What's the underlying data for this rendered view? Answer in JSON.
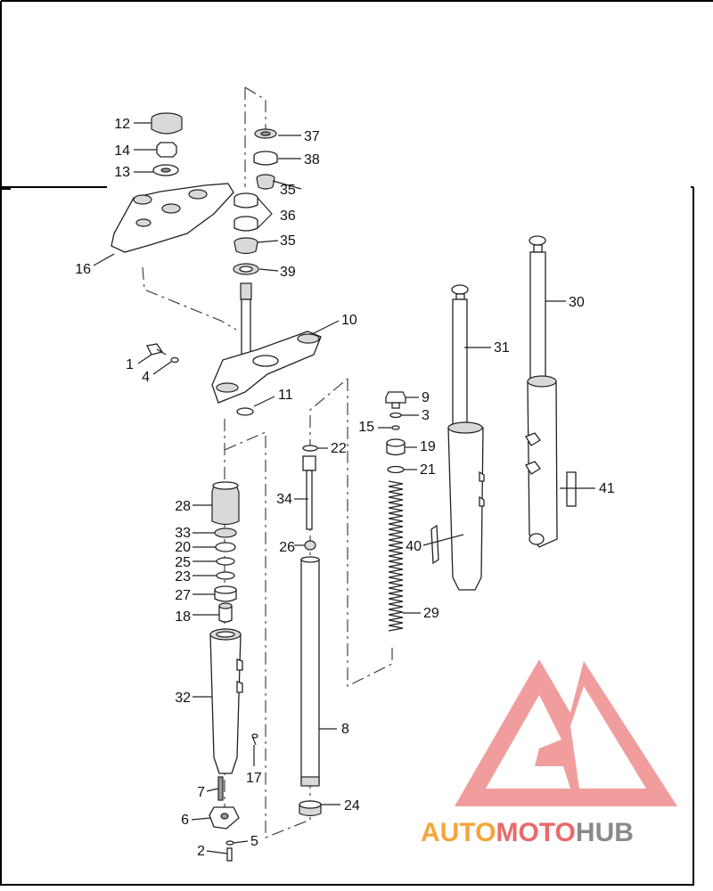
{
  "diagram": {
    "labels": [
      "1",
      "2",
      "3",
      "4",
      "5",
      "6",
      "7",
      "8",
      "9",
      "10",
      "11",
      "12",
      "13",
      "14",
      "15",
      "16",
      "17",
      "18",
      "19",
      "20",
      "21",
      "22",
      "23",
      "24",
      "25",
      "26",
      "27",
      "28",
      "29",
      "30",
      "31",
      "32",
      "33",
      "34",
      "35",
      "35",
      "36",
      "37",
      "38",
      "39",
      "40",
      "41"
    ],
    "watermark": {
      "part1": "AUTO",
      "part2": "MOTO",
      "part3": "HUB",
      "color_primary": "#f4a63a",
      "color_secondary": "#e86a6a",
      "color_tertiary": "#8a8a8a"
    }
  }
}
